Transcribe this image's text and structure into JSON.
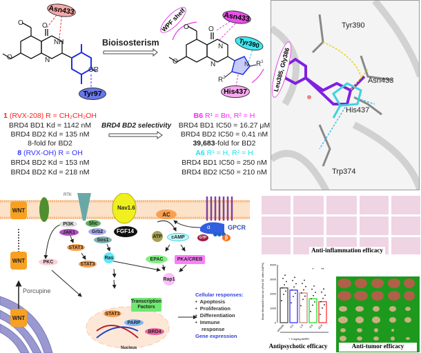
{
  "chemistry": {
    "left_residue_top": "Asn433",
    "left_residue_bottom": "Tyr97",
    "transform_label": "Bioisosterism",
    "selectivity_label": "BRD4 BD2 selectivity",
    "right_residues": [
      "WPF shelf",
      "Asn433",
      "Tyr390",
      "His437",
      "Leu385, Gly386"
    ],
    "atoms": {
      "O": "O",
      "NH": "NH",
      "N": "N",
      "OR": "OR",
      "R1": "R",
      "R2": "R"
    },
    "compound1": {
      "id": "1",
      "name": "(RVX-208) R = CH₂CH₂OH",
      "lines": [
        "BRD4 BD1 Kd = 1142 nM",
        "BRD4 BD2 Kd = 135 nM",
        "8-fold for BD2"
      ]
    },
    "compound8": {
      "id": "8",
      "name": "(RVX-OH) R = OH",
      "lines": [
        "BRD4 BD2 Kd = 153 nM",
        "BRD4 BD2 Kd = 218 nM"
      ]
    },
    "compoundB6": {
      "id": "B6",
      "name": "R¹ = Bn, R² = H",
      "lines": [
        "BRD4 BD1 IC50 = 16.27 μM",
        "BRD4 BD2 IC50 = 0.41 nM"
      ],
      "fold_bold": "39,683",
      "fold_rest": "-fold for BD2"
    },
    "compoundA6": {
      "id": "A6",
      "name": "R¹ = H, R² = H",
      "lines": [
        "BRD4 BD1 IC50 = 250 nM",
        "BRD4 BD2 IC50 = 210 nM"
      ]
    },
    "colors": {
      "c1": "#ff2020",
      "c8": "#3030ff",
      "b6": "#ff20ff",
      "a6": "#20e0f0"
    }
  },
  "protein": {
    "labels": [
      "Tyr390",
      "Asn433",
      "His437",
      "Trp374"
    ]
  },
  "pathway": {
    "wnt": [
      "WNT",
      "WNT",
      "WNT"
    ],
    "porcupine": "Porcupine",
    "rtk": "RTK",
    "nav": "Nav1.6",
    "fgf": "FGF14",
    "nodes": [
      "PI3K",
      "JAK1",
      "Shc",
      "Grb2",
      "Sos1",
      "STAT3",
      "STAT3",
      "PKC",
      "Ras",
      "AC",
      "ATP",
      "cAMP",
      "EPAC",
      "PKA/CREB",
      "Rap1"
    ],
    "gpcr": "GPCR",
    "gpcr_subunits": [
      "α",
      "β",
      "GTP"
    ],
    "nucleus": "Nucleus",
    "nuclear": [
      "Transcription Factors",
      "STAT3",
      "PARP",
      "BRD4"
    ],
    "responses_title": "Cellular responses:",
    "responses": [
      "Apoptosis",
      "Proliferation",
      "Differentiation",
      "Immune response"
    ],
    "gene_expression": "Gene expression"
  },
  "panels": {
    "inflammation": "Anti-inflammation efficacy",
    "antipsychotic": "Antipsychotic efficacy",
    "tumor": "Anti-tumor efficacy"
  },
  "chart_data": {
    "type": "bar",
    "categories": [
      "Vehicle",
      "0.3",
      "1.0",
      "3.0",
      "10.0"
    ],
    "values": [
      2400,
      2250,
      2050,
      1650,
      1450
    ],
    "colors": [
      "#444444",
      "#3030ff",
      "#d08080",
      "#20e020",
      "#ff3030"
    ],
    "ylabel": "Beam Breaks/30 min bin (First 30' after AMPH)",
    "xlabel": "+ 3 mg/kg AMPH",
    "ylim": [
      0,
      4000
    ],
    "yticks": [
      "0",
      "1000",
      "2000",
      "3000",
      "4000"
    ],
    "significance": [
      "",
      "",
      "",
      "*",
      "**"
    ]
  }
}
